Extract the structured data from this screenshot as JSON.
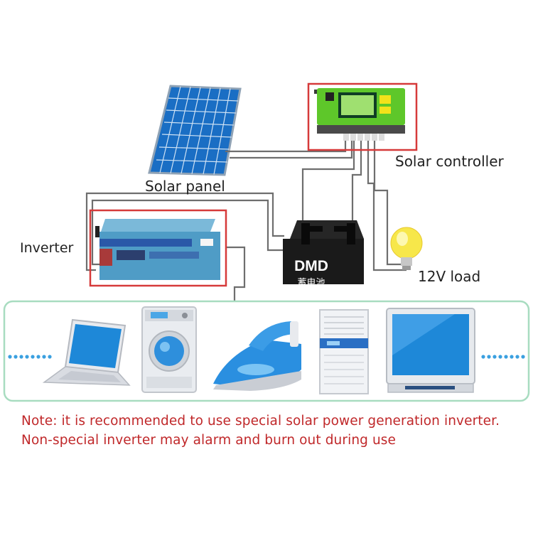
{
  "labels": {
    "solar_panel": "Solar panel",
    "solar_controller": "Solar controller",
    "inverter": "Inverter",
    "load": "12V load"
  },
  "battery": {
    "brand": "DMD",
    "subtitle": "蓄电池"
  },
  "note": {
    "line1": "Note: it is recommended to use special solar power generation inverter.",
    "line2": "Non-special inverter may alarm and burn out during use"
  },
  "appliances": [
    "laptop",
    "washing-machine",
    "iron",
    "air-conditioner",
    "tv"
  ],
  "icons": [
    "solar-panel-icon",
    "controller-icon",
    "battery-icon",
    "light-bulb-icon",
    "inverter-icon"
  ],
  "colors": {
    "highlight_box": "#d63a3a",
    "appliance_border": "#a8dcc0",
    "note_text": "#c0282a",
    "appliance_blue": "#1e88d8",
    "controller_green": "#5ec72a"
  }
}
